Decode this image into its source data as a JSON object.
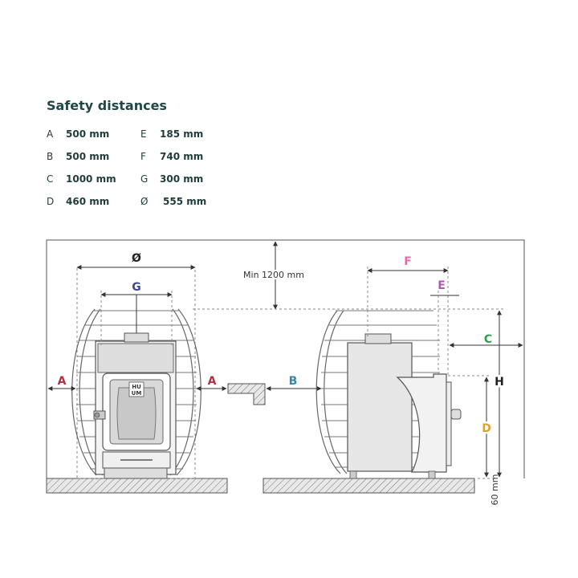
{
  "title": "Safety distances",
  "distances_left": [
    {
      "key": "A",
      "value": "500 mm"
    },
    {
      "key": "B",
      "value": "500 mm"
    },
    {
      "key": "C",
      "value": "1000 mm"
    },
    {
      "key": "D",
      "value": "460 mm"
    }
  ],
  "distances_right": [
    {
      "key": "E",
      "value": "185 mm"
    },
    {
      "key": "F",
      "value": "740 mm"
    },
    {
      "key": "G",
      "value": "300 mm"
    },
    {
      "key": "Ø",
      "value": "555 mm"
    }
  ],
  "diagram": {
    "min_height_label": "Min 1200 mm",
    "floor_gap_label": "60 mm",
    "logo_text_top": "HU",
    "logo_text_bottom": "UM",
    "labels": {
      "A": "A",
      "B": "B",
      "C": "C",
      "D": "D",
      "E": "E",
      "F": "F",
      "G": "G",
      "H": "H",
      "diameter": "Ø"
    },
    "colors": {
      "A": "#b0333f",
      "B": "#3a86a8",
      "C": "#2f9e4f",
      "D": "#e0a02a",
      "E": "#b057b3",
      "F": "#e46aa8",
      "G": "#3b4a8c",
      "H": "#222222",
      "diameter": "#222222"
    }
  }
}
